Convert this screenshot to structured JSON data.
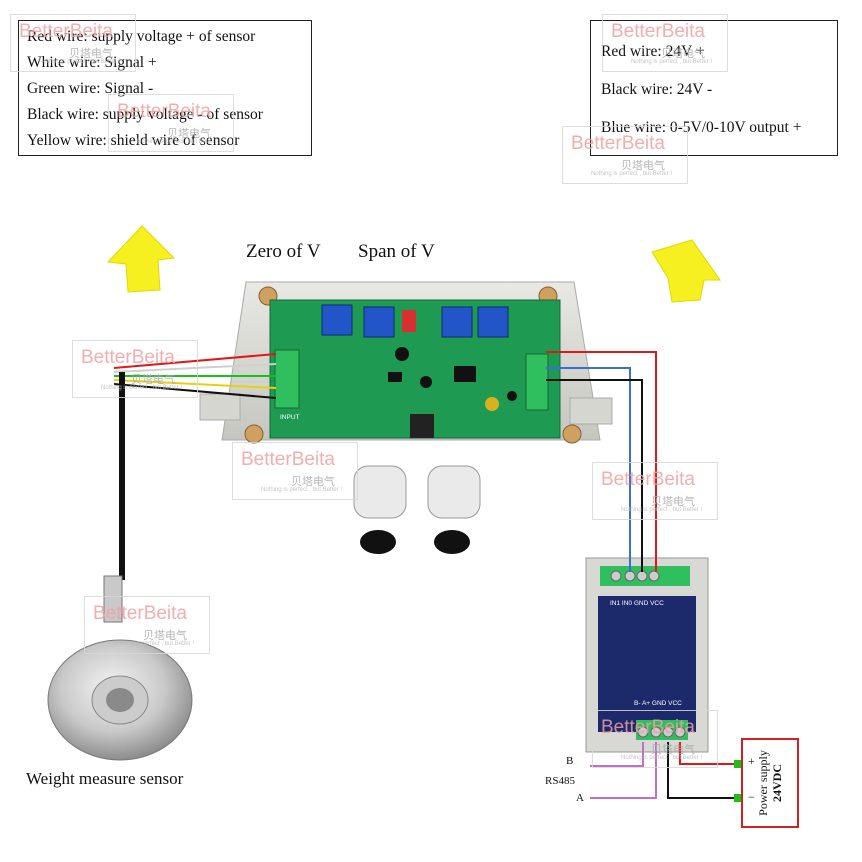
{
  "sensor_wires": [
    {
      "label": "Red wire: supply voltage + of sensor"
    },
    {
      "label": "White wire:  Signal +"
    },
    {
      "label": "Green wire:  Signal -"
    },
    {
      "label": "Black wire:  supply voltage - of sensor"
    },
    {
      "label": "Yellow wire:  shield wire of sensor"
    }
  ],
  "output_wires": [
    {
      "label": "Red wire: 24V +"
    },
    {
      "label": "Black wire: 24V -"
    },
    {
      "label": "Blue wire: 0-5V/0-10V output +"
    }
  ],
  "pot_labels": {
    "zero": "Zero of V",
    "span": "Span of V"
  },
  "board": {
    "input_label": "INPUT"
  },
  "sensor": {
    "caption": "Weight measure sensor"
  },
  "module": {
    "top_pins": "IN1 IN0 GND VCC",
    "bottom_pins": "B-  A+ GND VCC"
  },
  "rs485": {
    "label": "RS485",
    "b": "B",
    "a": "A"
  },
  "power_supply": {
    "line1": "Power supply",
    "line2": "24VDC",
    "plus": "+",
    "minus": "−"
  },
  "watermark": {
    "brand": "BetterBeita",
    "chinese": "贝塔电气",
    "slogan": "Nothing is perfect , but Better !"
  },
  "colors": {
    "red_wire": "#e01818",
    "blue_wire": "#3a6fd8",
    "green_wire": "#18c018",
    "yellow_wire": "#e8d010",
    "arrow": "#f6f020",
    "pcb": "#1e9a52",
    "trimpot": "#2255c8"
  }
}
